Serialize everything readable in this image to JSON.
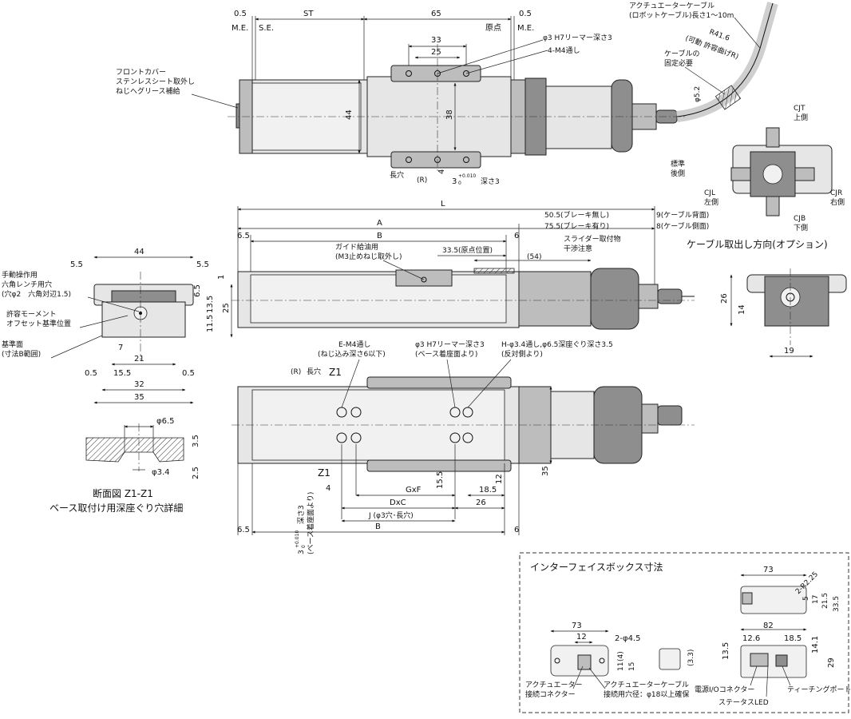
{
  "top_view": {
    "dims": {
      "me_left": "0.5",
      "me_label_left": "M.E.",
      "se_label": "S.E.",
      "st": "ST",
      "span65": "65",
      "origin_label": "原点",
      "me_right": "0.5",
      "me_label_right": "M.E.",
      "d33": "33",
      "d25": "25",
      "d44": "44",
      "d38": "38",
      "d4": "4"
    },
    "notes": {
      "reamer": "φ3 H7リーマー深さ3",
      "m4": "4-M4通し",
      "front_cover": [
        "フロントカバー",
        "ステンレスシート取外し",
        "ねじへグリース補給"
      ],
      "slot": "長穴",
      "r": "(R)",
      "pin_depth_base": "3",
      "pin_tol": "+0.010",
      "pin_tol_low": "0",
      "pin_depth_text": "深さ3"
    },
    "cable": {
      "actuator_cable": [
        "アクチュエーターケーブル",
        "(ロボットケーブル)長さ1～10m"
      ],
      "bend": [
        "R41.6",
        "(可動 許容曲げR)"
      ],
      "fixing": [
        "ケーブルの",
        "固定必要"
      ],
      "dia": "φ5.2"
    }
  },
  "cable_options": {
    "cjt": [
      "CJT",
      "上側"
    ],
    "standard": [
      "標準",
      "後側"
    ],
    "cjl": [
      "CJL",
      "左側"
    ],
    "cjr": [
      "CJR",
      "右側"
    ],
    "cjb": [
      "CJB",
      "下側"
    ],
    "title": "ケーブル取出し方向(オプション)"
  },
  "side_view": {
    "L": "L",
    "A": "A",
    "B": "B",
    "d6_5": "6.5",
    "d6": "6",
    "d50_5": "50.5(ブレーキ無し)",
    "d75_5": "75.5(ブレーキ有り)",
    "d9": "9(ケーブル背面)",
    "d8": "8(ケーブル側面)",
    "d33_5": "33.5(原点位置)",
    "d54": "(54)",
    "grease": [
      "ガイド給油用",
      "(M3止めねじ取外し)"
    ],
    "slider": [
      "スライダー取付物",
      "干渉注意"
    ]
  },
  "end_view": {
    "d44": "44",
    "d5_5_left": "5.5",
    "d5_5_right": "5.5",
    "d6_5": "6.5",
    "d13_5": "13.5",
    "d25": "25",
    "d1": "1",
    "d11_5": "11.5",
    "d7": "7",
    "d21": "21",
    "d15_5": "15.5",
    "d0_5_left": "0.5",
    "d0_5_right": "0.5",
    "d32": "32",
    "d35": "35",
    "manual": [
      "手動操作用",
      "六角レンチ用穴",
      "(穴φ2　六角対辺1.5)"
    ],
    "moment": [
      "許容モーメント",
      "オフセット基準位置"
    ],
    "datum": [
      "基準面",
      "(寸法B範囲)"
    ]
  },
  "motor_end_view": {
    "d26": "26",
    "d14": "14",
    "d19": "19"
  },
  "bottom_view": {
    "e_m4": [
      "E-M4通し",
      "(ねじ込み深さ6以下)"
    ],
    "reamer": [
      "φ3 H7リーマー深さ3",
      "(ベース着座面より)"
    ],
    "h_holes": [
      "H-φ3.4通し,φ6.5深座ぐり深さ3.5",
      "(反対側より)"
    ],
    "r": "(R)",
    "slot": "長穴",
    "z1": "Z1",
    "d4": "4",
    "GxF": "GxF",
    "d18_5": "18.5",
    "DxC": "DxC",
    "d26": "26",
    "J": "J (φ3穴･長穴)",
    "B": "B",
    "d6_5": "6.5",
    "d6": "6",
    "d15_5": "15.5",
    "d12": "12",
    "d35": "35",
    "pin_text": [
      "3",
      "+0.010",
      "0",
      "深さ3",
      "(ベース着座面より)"
    ]
  },
  "section": {
    "d6_5": "φ6.5",
    "d3_5": "3.5",
    "d3_4": "φ3.4",
    "d2_5": "2.5",
    "title": "断面図 Z1-Z1",
    "subtitle": "ベース取付け用深座ぐり穴詳細"
  },
  "interface_box": {
    "title": "インターフェイスボックス寸法",
    "top": {
      "d73": "73",
      "r": "2-R2.25",
      "d5": "5",
      "d17": "17",
      "d21_5": "21.5",
      "d33_5": "33.5"
    },
    "left": {
      "d73": "73",
      "d12": "12",
      "holes": "2-φ4.5",
      "d4": "(4)",
      "d11": "11",
      "d15": "15",
      "d3_3": "(3.3)",
      "conn": [
        "アクチュエーター",
        "接続コネクター"
      ],
      "cable": [
        "アクチュエーターケーブル",
        "接続用穴径：φ18以上確保"
      ]
    },
    "right": {
      "d82": "82",
      "d12_6": "12.6",
      "d18_5": "18.5",
      "d13_5": "13.5",
      "d14_1": "14.1",
      "d29": "29",
      "power": "電源I/Oコネクター",
      "led": "ステータスLED",
      "teach": "ティーチングポート"
    }
  }
}
